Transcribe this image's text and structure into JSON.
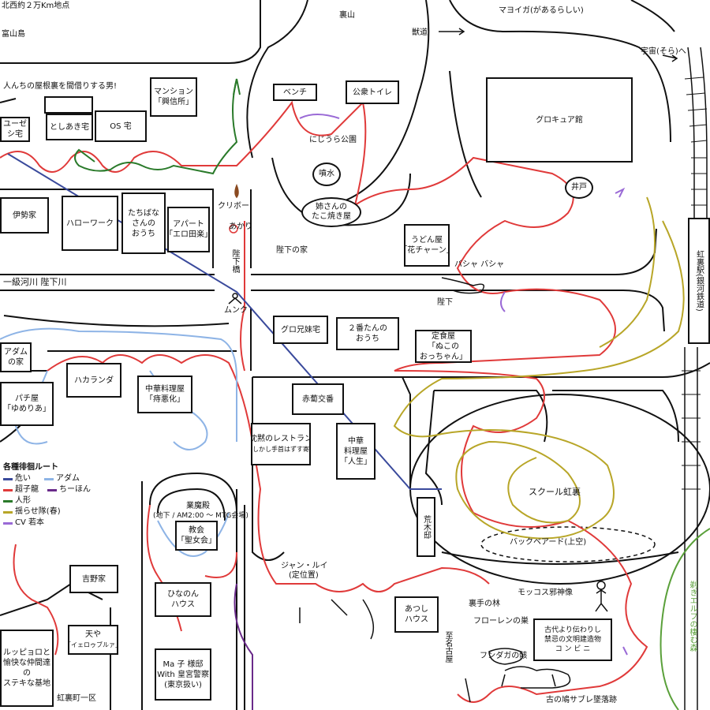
{
  "top_labels": {
    "kitanishi": "北西約２万Km地点",
    "toyama": "富山島",
    "urayama": "裏山",
    "mayoiga": "マヨイガ(があるらしい)",
    "kemonomichi": "獣道",
    "uchu": "宇宙(そら)へ",
    "yane_otoko": "人んちの屋根裏を間借りする男!"
  },
  "places": {
    "mansion_l1": "マンション",
    "mansion_l2": "「興信所」",
    "yuzeshi_l1": "ユーゼ",
    "yuzeshi_l2": "シ宅",
    "toshiaki": "としあき宅",
    "os": "OS 宅",
    "bench": "ベンチ",
    "koshu_toilet": "公衆トイレ",
    "nijiura_park": "にじうら公園",
    "fountain": "噴水",
    "takoyaki_l1": "姉さんの",
    "takoyaki_l2": "たこ焼き屋",
    "glocure": "グロキュア館",
    "ido": "井戸",
    "ise": "伊勢家",
    "hellowork": "ハローワーク",
    "tachibana_l1": "たちばな",
    "tachibana_l2": "さんの",
    "tachibana_l3": "おうち",
    "apart_l1": "アパート",
    "apart_l2": "「エロ田楽」",
    "kuribo": "クリボー",
    "akari": "あかり",
    "heika_ie": "陛下の家",
    "udon_l1": "うどん屋",
    "udon_l2": "「花チャーン」",
    "basha": "バシャ バシャ",
    "river": "一級河川 陛下川",
    "heikabashi": "陛下橋",
    "munku": "ムンク",
    "heika": "陛下",
    "gurokyodai": "グロ兄妹宅",
    "nibanta_l1": "２番たんの",
    "nibanta_l2": "おうち",
    "teishoku_l1": "定食屋",
    "teishoku_l2": "「ぬこの",
    "teishoku_l3": "おっちゃん」",
    "nijiura_station": "虹裏駅(銀河鉄道)",
    "adam_l1": "アダム",
    "adam_l2": "の家",
    "hakaranda": "ハカランダ",
    "chuka1_l1": "中華料理屋",
    "chuka1_l2": "「痔悪化」",
    "pachi_l1": "パチ屋",
    "pachi_l2": "「ゆめりあ」",
    "akabane": "赤蔔交番",
    "chinmoku_l1": "沈黙のレストラン",
    "chinmoku_l2": "「しかし手首はずす寄」",
    "chuka2_l1": "中華",
    "chuka2_l2": "料理屋",
    "chuka2_l3": "「人生」",
    "school": "スクール虹裏",
    "backbeard": "バックベアード(上空)",
    "gyomaden_l1": "業魔殿",
    "gyomaden_l2": "(地下 / AM2:00 ～ MTG会場)",
    "church_l1": "教会",
    "church_l2": "「聖女会」",
    "araki": "荒木邸",
    "jean_l1": "ジャン・ルイ",
    "jean_l2": "(定位置)",
    "yoshino": "吉野家",
    "hinanon_l1": "ひなのん",
    "hinanon_l2": "ハウス",
    "atsushi_l1": "あつし",
    "atsushi_l2": "ハウス",
    "mokkosu": "モッコス邪神像",
    "urate": "裏手の林",
    "frolen": "フローレンの巣",
    "konbini_l1": "古代より伝わりし",
    "konbini_l2": "禁忌の文明建造物",
    "konbini_l3": "コ ン ビ ニ",
    "fundaga": "フンダガの骸",
    "kyuhato": "古の鳩サブレ墜落跡",
    "shimeiko": "至名古屋",
    "elf_forest": "剃きエルフの棲む森",
    "tenya_l1": "天や",
    "tenya_l2": "「イェロゥブルァ」",
    "mako_l1": "Ma 子 様邸",
    "mako_l2": "With 皇宮警察",
    "mako_l3": "(東京扱い)",
    "luppi_l1": "ルッピョロと",
    "luppi_l2": "愉快な仲間達",
    "luppi_l3": "の",
    "luppi_l4": "ステキな基地",
    "nijiura_1ku": "虹裏町一区"
  },
  "legend": {
    "title": "各種徘徊ルート",
    "items": [
      {
        "name": "危い",
        "color": "#3a4a9c"
      },
      {
        "name": "アダム",
        "color": "#8eb4e6"
      },
      {
        "name": "超子龍",
        "color": "#e03a3a"
      },
      {
        "name": "ちーほん",
        "color": "#6a2a8a"
      },
      {
        "name": "人形",
        "color": "#2a7a2a"
      },
      {
        "name": "揺らせ隊(春)",
        "color": "#b8a628"
      },
      {
        "name": "CV 若本",
        "color": "#9a6ad6"
      }
    ]
  },
  "colors": {
    "ink": "#111111",
    "route_red": "#e03a3a",
    "route_navy": "#3a4a9c",
    "route_lightblue": "#8eb4e6",
    "route_purple": "#6a2a8a",
    "route_green": "#2a7a2a",
    "route_olive": "#b8a628",
    "route_violet": "#9a6ad6",
    "forest_green": "#5aa03a"
  }
}
